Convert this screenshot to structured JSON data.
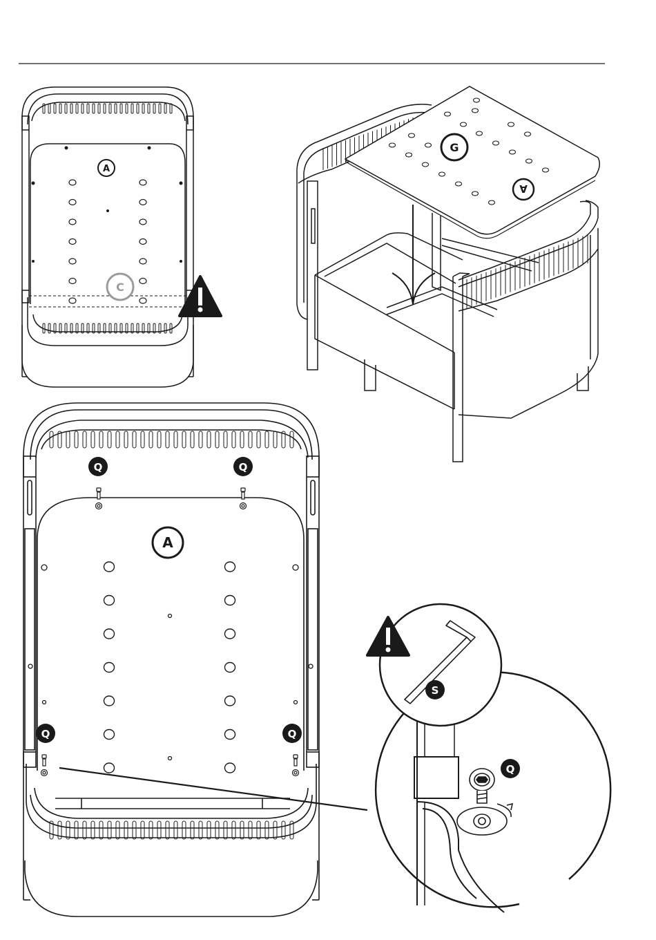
{
  "labels": {
    "panel_a_small": "A",
    "panel_c": "C",
    "panel_g": "G",
    "panel_a_rotated": "A",
    "panel_a_large": "A",
    "screw_q": "Q",
    "tool_s": "S"
  },
  "icons": {
    "warning": "warning-triangle-icon",
    "hex_key": "allen-key-icon",
    "screw": "screw-icon",
    "arrow": "down-arrow-icon"
  },
  "colors": {
    "line": "#1a1a1a",
    "badge": "#1a1a1a",
    "ghost": "#9b9b9b",
    "page": "#ffffff"
  }
}
